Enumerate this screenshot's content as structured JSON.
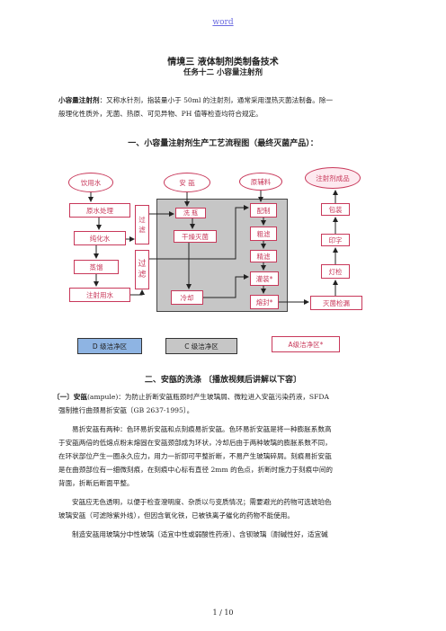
{
  "header": {
    "link": "word"
  },
  "title": {
    "main": "情境三  液体制剂类制备技术",
    "task": "任务十二  小容量注射剂"
  },
  "intro": {
    "label": "小容量注射剂",
    "line1": "：又称水针剂，指装量小于 50ml 的注射剂，通常采用湿热灭菌法制备。除一",
    "line2": "般理化性质外，无菌、热原、可见异物、PH 值等检查均符合规定。"
  },
  "section1": {
    "title": "一、小容量注射剂生产工艺流程图（最终灭菌产品）："
  },
  "flowchart": {
    "ovals": {
      "water": "饮用水",
      "ampoule": "安  瓿",
      "material": "原辅料",
      "product": "注射剂成品"
    },
    "boxes": {
      "raw_water": "原水处理",
      "purified_water": "纯化水",
      "distill": "蒸馏",
      "wfi": "注射用水",
      "filter1": "过\n滤",
      "filter2": "过\n滤",
      "wash_ampoule": "洗 瓶",
      "dry_sterilize": "干燥灭菌",
      "cool": "冷却",
      "prepare": "配制",
      "coarse_filter": "粗滤",
      "fine_filter": "精滤",
      "fill": "灌装*",
      "seal": "熔封*",
      "package": "包装",
      "print": "印字",
      "lamp_inspect": "灯检",
      "sterilize_leak": "灭菌检漏"
    },
    "zones": {
      "d": "D 级洁净区",
      "c": "C 级洁净区",
      "a": "A级洁净区*"
    },
    "colors": {
      "accent": "#c8385a",
      "grey": "#c6c6c6",
      "zone_d": "#8eb4e3",
      "zone_c": "#c6c6c6",
      "zone_a": "#ffffff"
    }
  },
  "section2": {
    "title": "二、安瓿的洗涤  〔播放视频后讲解以下容〕"
  },
  "body": {
    "p1_label": "〔一〕安瓿",
    "p1_line1": "(ampule)：为防止折断安瓿瓶颈时产生玻璃屑、微粒进入安瓿污染药液，SFDA",
    "p1_line2": "强制推行曲颈易折安瓿〔GB 2637-1995〕。",
    "p2_line1": "易折安瓿有两种：色环易折安瓿和点刻痕易折安瓿。色环易折安瓿是将一种膨胀系数高",
    "p2_line2": "于安瓿两倍的低熔点粉末熔固在安瓿颈部成为环状，冷却后由于两种玻璃的膨胀系数不同，",
    "p2_line3": "在环状部位产生一圈永久应力，用力一折即可平整折断，不易产生玻璃碎屑。刻痕易折安瓿",
    "p2_line4": "是在曲颈部位有一细微刻痕，在刻痕中心标有直径 2mm 的色点，折断时施力于刻痕中间的",
    "p2_line5": "背面，折断后断面平整。",
    "p3_line1": "安瓿应无色透明，以便于检查澄明度、杂质以与变质情况；需要避光的药物可选琥珀色",
    "p3_line2": "玻璃安瓿（可滤除紫外线），但因含氧化铁，已被铁离子催化的药物不能使用。",
    "p4_line1": "制造安瓿用玻璃分中性玻璃〔适宜中性或弱酸性药液〕、含钡玻璃〔耐碱性好，适宜碱"
  },
  "footer": {
    "page": "1  /  10"
  }
}
